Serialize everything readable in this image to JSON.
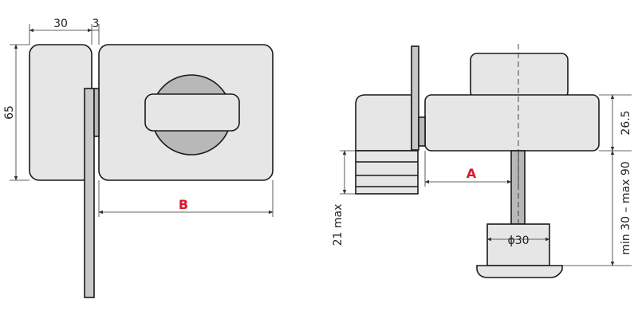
{
  "front_view": {
    "dim_width_body": "30",
    "dim_gap": "3",
    "dim_height": "65",
    "label_b": "B"
  },
  "side_view": {
    "label_a": "A",
    "dim_height_top": "26.5",
    "dim_range": "min 30 – max 90",
    "dim_bolt_max": "21 max",
    "dim_diameter": "ϕ30"
  },
  "colors": {
    "part_fill": "#e6e6e6",
    "shadow_fill": "#b8b8b8",
    "outline": "#1a1a1a",
    "accent_red": "#e0162b"
  }
}
